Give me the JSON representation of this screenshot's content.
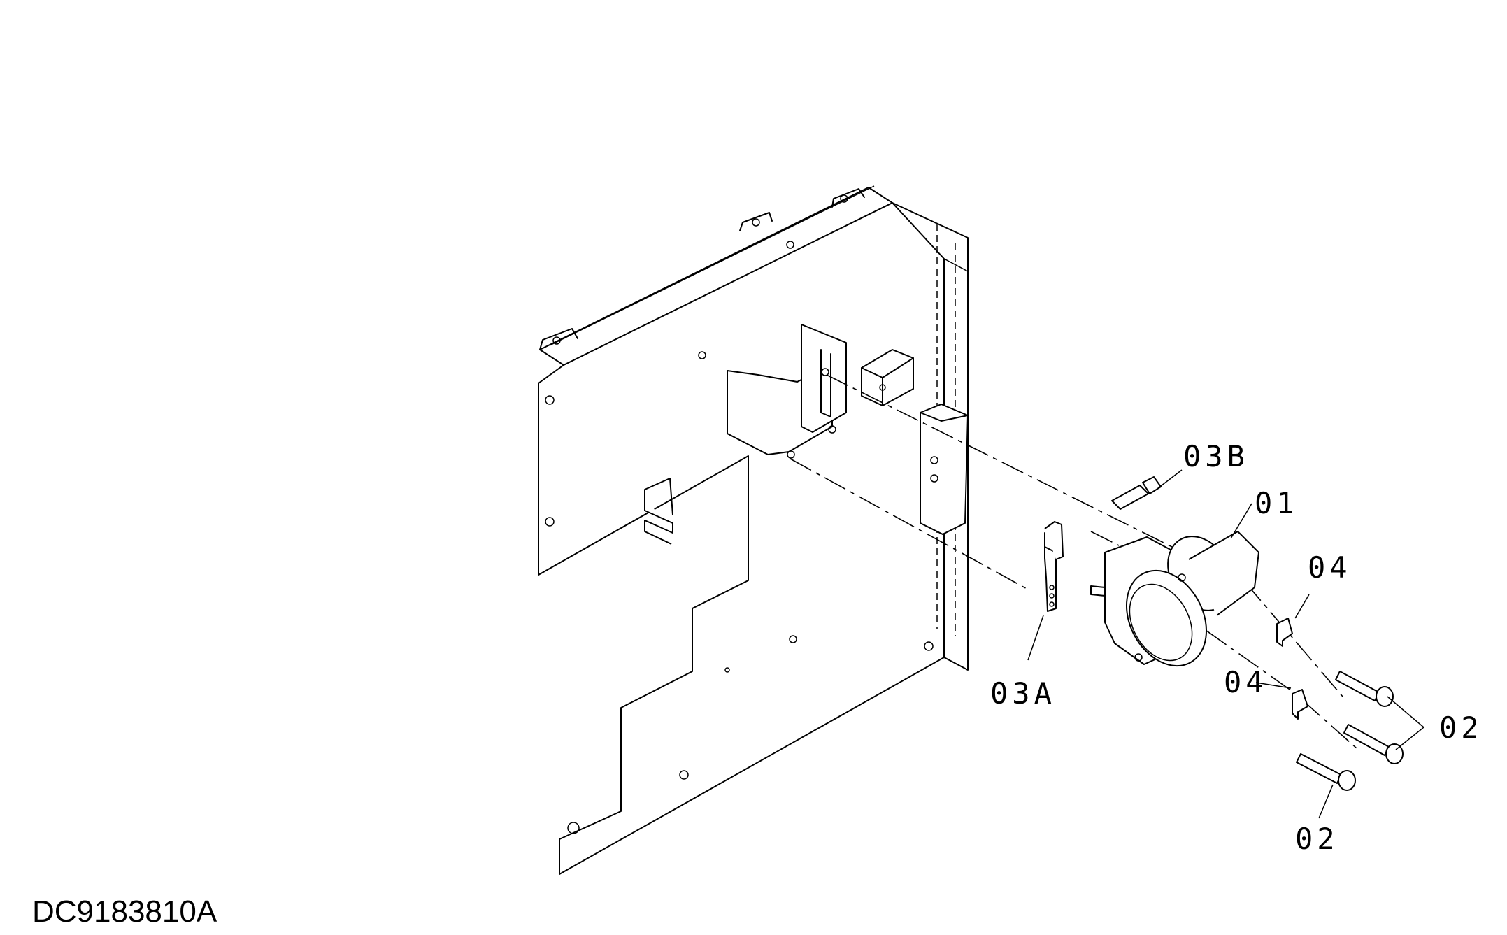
{
  "drawing_number": "DC9183810A",
  "callouts": {
    "c01": "01",
    "c02_right": "02",
    "c02_bottom": "02",
    "c03a": "03A",
    "c03b": "03B",
    "c04_upper": "04",
    "c04_lower": "04"
  }
}
